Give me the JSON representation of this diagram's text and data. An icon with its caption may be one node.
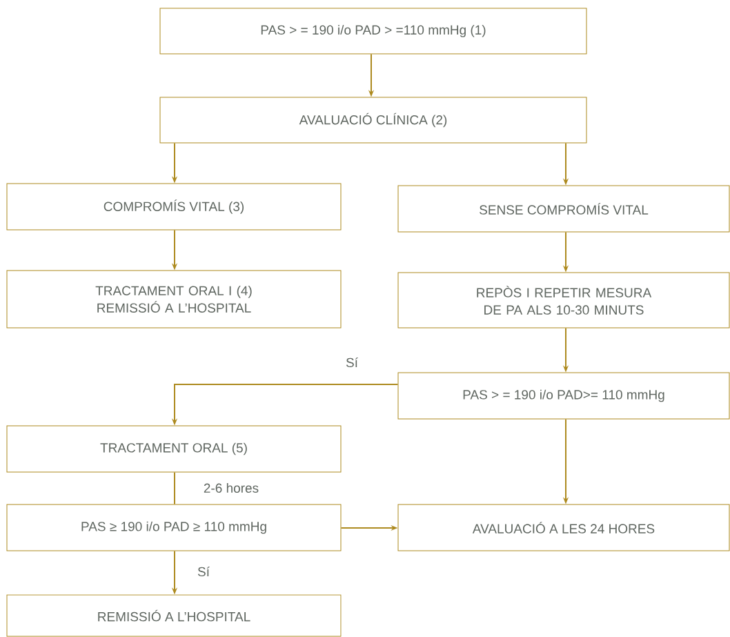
{
  "diagram": {
    "nodes": [
      {
        "text": [
          "PAS > = 190 i/o PAD > =110 mmHg (1)"
        ]
      },
      {
        "text": [
          "AVALUACIÓ CLÍNICA (2)"
        ]
      },
      {
        "text": [
          "COMPROMÍS VITAL (3)"
        ]
      },
      {
        "text": [
          "SENSE COMPROMÍS VITAL"
        ]
      },
      {
        "text": [
          "TRACTAMENT ORAL I (4) REMISSIÓ A L’HOSPITAL"
        ]
      },
      {
        "text": [
          "REPÒS I REPETIR MESURA DE PA ALS 10-30 MINUTS"
        ]
      },
      {
        "text": [
          "PAS > = 190 i/o PAD>= 110 mmHg"
        ]
      },
      {
        "text": [
          "TRACTAMENT ORAL (5)"
        ]
      },
      {
        "text": [
          "PAS ≥ 190 i/o PAD ≥ 110 mmHg"
        ]
      },
      {
        "text": [
          "AVALUACIÓ A LES 24 HORES"
        ]
      },
      {
        "text": [
          "REMISSIÓ A L’HOSPITAL"
        ]
      }
    ],
    "edges": [
      {
        "from": 0,
        "to": 1,
        "arrow": "to"
      },
      {
        "from": 1,
        "to": 2,
        "arrow": "to"
      },
      {
        "from": 1,
        "to": 3,
        "arrow": "to"
      },
      {
        "from": 2,
        "to": 4,
        "arrow": "to"
      },
      {
        "from": 3,
        "to": 5,
        "arrow": "to"
      },
      {
        "from": 5,
        "to": 6,
        "arrow": "to"
      },
      {
        "from": 6,
        "to": 7,
        "arrow": "to",
        "label": "Sí"
      },
      {
        "from": 7,
        "to": 8,
        "arrow": "none",
        "label": "2-6 hores"
      },
      {
        "from": 8,
        "to": 9,
        "arrow": "to"
      },
      {
        "from": 6,
        "to": 9,
        "arrow": "to"
      },
      {
        "from": 8,
        "to": 10,
        "arrow": "to",
        "label": "Sí"
      }
    ]
  }
}
